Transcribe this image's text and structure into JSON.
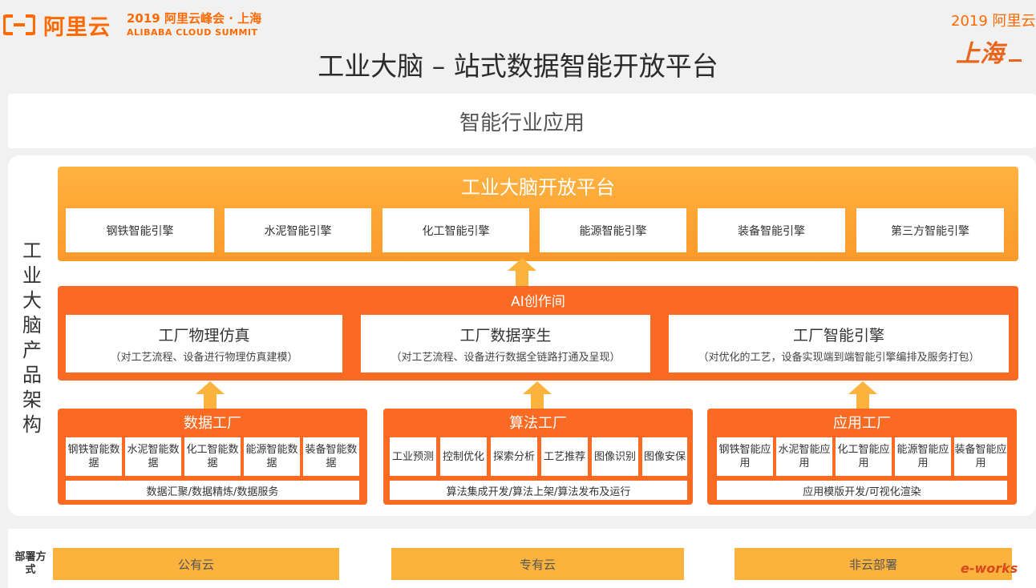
{
  "header": {
    "logo_text": "阿里云",
    "summit_line1": "2019 阿里云峰会 · 上海",
    "summit_line2": "ALIBABA CLOUD SUMMIT",
    "top_right_year": "2019 阿里云",
    "top_right_city": "上海",
    "title": "工业大脑  –  站式数据智能开放平台"
  },
  "industry_apps": {
    "label": "智能行业应用"
  },
  "side_title": "工业大脑产品架构",
  "open_platform": {
    "title": "工业大脑开放平台",
    "engines": [
      "钢铁智能引擎",
      "水泥智能引擎",
      "化工智能引擎",
      "能源智能引擎",
      "装备智能引擎",
      "第三方智能引擎"
    ]
  },
  "ai_workshop": {
    "title": "AI创作间",
    "cards": [
      {
        "title": "工厂物理仿真",
        "subtitle": "（对工艺流程、设备进行物理仿真建模）"
      },
      {
        "title": "工厂数据孪生",
        "subtitle": "（对工艺流程、设备进行数据全链路打通及呈现）"
      },
      {
        "title": "工厂智能引擎",
        "subtitle": "（对优化的工艺，设备实现端到端智能引擎编排及服务打包）"
      }
    ]
  },
  "factories": [
    {
      "title": "数据工厂",
      "items": [
        "钢铁智能数据",
        "水泥智能数据",
        "化工智能数据",
        "能源智能数据",
        "装备智能数据"
      ],
      "bar": "数据汇聚/数据精炼/数据服务"
    },
    {
      "title": "算法工厂",
      "items": [
        "工业预测",
        "控制优化",
        "探索分析",
        "工艺推荐",
        "图像识别",
        "图像安保"
      ],
      "bar": "算法集成开发/算法上架/算法发布及运行"
    },
    {
      "title": "应用工厂",
      "items": [
        "钢铁智能应用",
        "水泥智能应用",
        "化工智能应用",
        "能源智能应用",
        "装备智能应用"
      ],
      "bar": "应用模版开发/可视化渲染"
    }
  ],
  "deployment": {
    "label": "部署方式",
    "options": [
      "公有云",
      "专有云",
      "非云部署"
    ]
  },
  "watermark": "e-works",
  "colors": {
    "brand_orange": "#ff6a00",
    "platform_orange": "#fb9a2a",
    "workshop_orange": "#fb6a23",
    "arrow_yellow": "#fbb33e"
  }
}
